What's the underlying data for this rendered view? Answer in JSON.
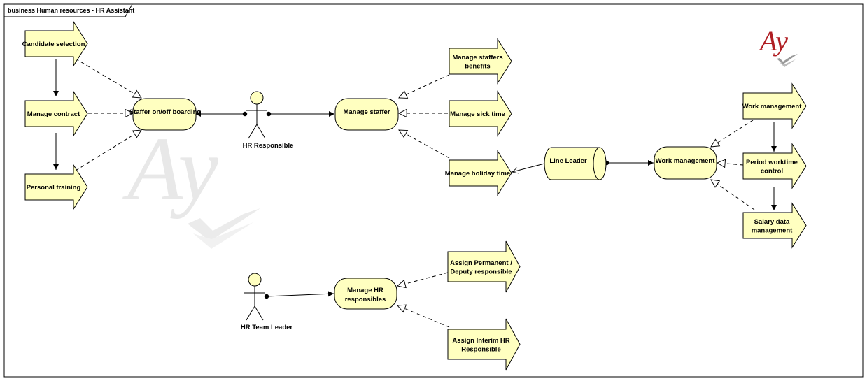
{
  "frame": {
    "title": "business Human resources - HR Assistant"
  },
  "colors": {
    "shape_fill": "#ffffc0",
    "stroke": "#000000",
    "logo_red": "#b01e23",
    "watermark_gray": "#e4e4e4"
  },
  "logo": {
    "text": "Ay"
  },
  "watermark": {
    "text": "Ay"
  },
  "events": {
    "candidate_selection": {
      "lines": [
        "Candidate selection"
      ]
    },
    "manage_contract": {
      "lines": [
        "Manage contract"
      ]
    },
    "personal_training": {
      "lines": [
        "Personal training"
      ]
    },
    "manage_staffers_benefits": {
      "lines": [
        "Manage staffers",
        "benefits"
      ]
    },
    "manage_sick_time": {
      "lines": [
        "Manage sick time"
      ]
    },
    "manage_holiday_time": {
      "lines": [
        "Manage holiday time"
      ]
    },
    "work_management_event": {
      "lines": [
        "Work management"
      ]
    },
    "period_worktime_control": {
      "lines": [
        "Period worktime",
        "control"
      ]
    },
    "salary_data_management": {
      "lines": [
        "Salary data",
        "management"
      ]
    },
    "assign_permanent_deputy": {
      "lines": [
        "Assign Permanent /",
        "Deputy responsible"
      ]
    },
    "assign_interim_hr": {
      "lines": [
        "Assign Interim HR",
        "Responsible"
      ]
    }
  },
  "processes": {
    "staffer_onoff_boarding": {
      "lines": [
        "Staffer on/off boarding"
      ]
    },
    "manage_staffer": {
      "lines": [
        "Manage staffer"
      ]
    },
    "work_management_process": {
      "lines": [
        "Work management"
      ]
    },
    "manage_hr_responsibles": {
      "lines": [
        "Manage HR",
        "responsibles"
      ]
    }
  },
  "collaborations": {
    "line_leader": {
      "lines": [
        "Line Leader"
      ]
    }
  },
  "actors": {
    "hr_responsible": {
      "name": "HR Responsible"
    },
    "hr_team_leader": {
      "name": "HR Team Leader"
    }
  }
}
